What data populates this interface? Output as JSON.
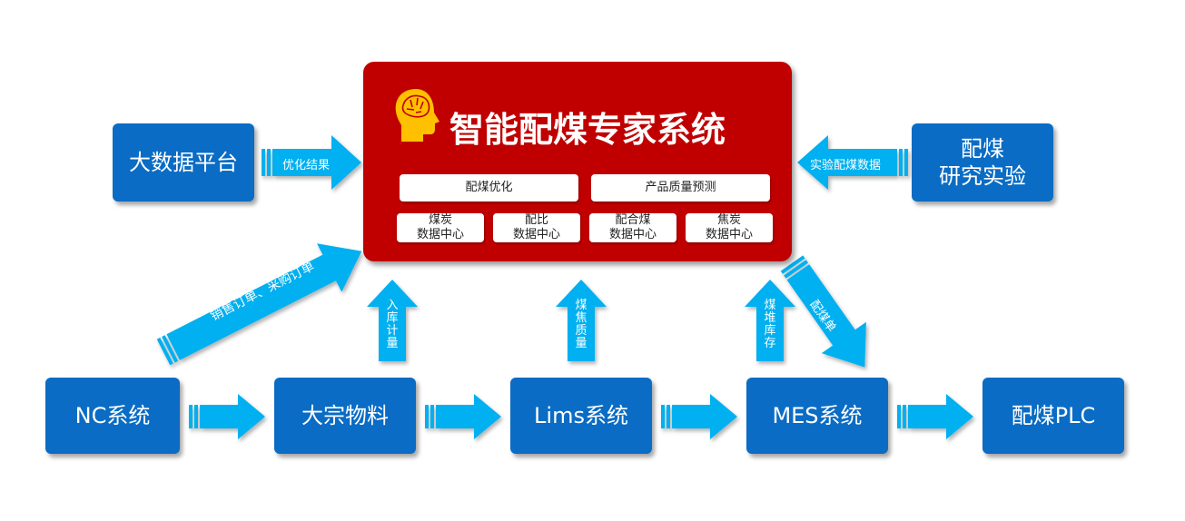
{
  "core": {
    "title": "智能配煤专家系统",
    "modules": [
      "配煤优化",
      "产品质量预测"
    ],
    "data_centers": [
      {
        "line1": "煤炭",
        "line2": "数据中心"
      },
      {
        "line1": "配比",
        "line2": "数据中心"
      },
      {
        "line1": "配合煤",
        "line2": "数据中心"
      },
      {
        "line1": "焦炭",
        "line2": "数据中心"
      }
    ],
    "colors": {
      "core": "#c00000",
      "box": "#0a6cc4",
      "arrow": "#00b0f0"
    }
  },
  "side": {
    "big_data": "大数据平台",
    "research_line1": "配煤",
    "research_line2": "研究实验"
  },
  "flow": {
    "nc": "NC系统",
    "material": "大宗物料",
    "lims": "Lims系统",
    "mes": "MES系统",
    "plc": "配煤PLC"
  },
  "arrows": {
    "optimize_result": "优化结果",
    "experiment_data": "实验配煤数据",
    "orders": "销售订单、采购订单",
    "inbound": "入库计量",
    "quality": "煤焦质量",
    "stock": "煤堆库存",
    "blend_sheet": "配煤单"
  }
}
